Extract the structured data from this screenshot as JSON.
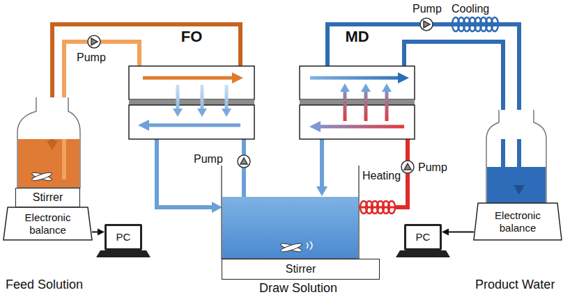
{
  "diagram": {
    "nodes": [
      {
        "text": [
          "FO"
        ]
      },
      {
        "text": [
          "MD"
        ]
      },
      {
        "text": [
          "Stirrer"
        ]
      },
      {
        "text": [
          "Electronic balance"
        ]
      },
      {
        "text": [
          "PC"
        ]
      },
      {
        "text": [
          "Stirrer"
        ]
      },
      {
        "text": [
          "PC"
        ]
      },
      {
        "text": [
          "Electronic balance"
        ]
      }
    ],
    "edges": [
      {
        "from": 3,
        "to": 4,
        "arrow": "to"
      },
      {
        "from": 7,
        "to": 6,
        "arrow": "to"
      }
    ],
    "labels": [
      "Pump",
      "Pump",
      "Cooling",
      "Pump",
      "Pump",
      "Heating",
      "Feed Solution",
      "Draw Solution",
      "Product Water"
    ]
  }
}
